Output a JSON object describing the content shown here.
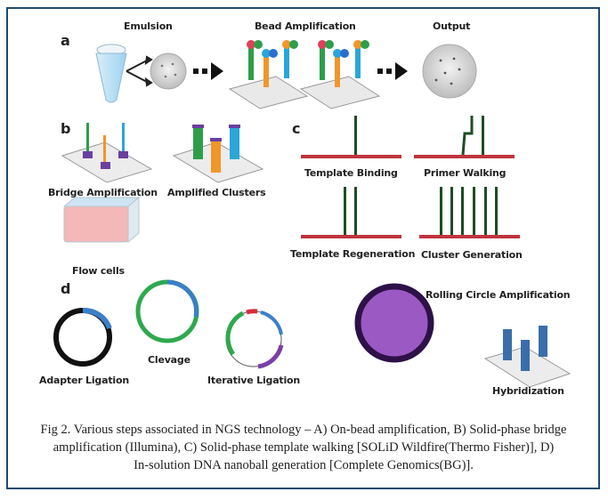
{
  "figure": {
    "panels": {
      "a": {
        "letter": "a",
        "labels": [
          "Emulsion",
          "Bead Amplification",
          "Output"
        ]
      },
      "b": {
        "letter": "b",
        "labels": [
          "Bridge Amplification",
          "Amplified Clusters",
          "Flow cells"
        ]
      },
      "c": {
        "letter": "c",
        "labels": [
          "Template Binding",
          "Primer Walking",
          "Template Regeneration",
          "Cluster Generation"
        ]
      },
      "d": {
        "letter": "d",
        "labels": [
          "Adapter Ligation",
          "Clevage",
          "Iterative Ligation",
          "Rolling Circle Amplification",
          "Hybridization"
        ]
      }
    },
    "caption": {
      "line1": "Fig 2. Various steps associated in NGS technology – A) On-bead amplification, B) Solid-phase bridge",
      "line2": "amplification (Illumina), C) Solid-phase template walking [SOLiD Wildfire(Thermo Fisher)], D)",
      "line3": "In-solution DNA nanoball generation [Complete Genomics(BG)]."
    },
    "colors": {
      "frame": "#1f4a6e",
      "strand_green": "#2e9e4a",
      "strand_orange": "#f0962a",
      "strand_blue": "#2aa6d8",
      "adapter_purple": "#6b3fa0",
      "surface_red": "#c0343c",
      "template_green": "#1d4d22",
      "nanoball": "#9b59c4"
    }
  }
}
